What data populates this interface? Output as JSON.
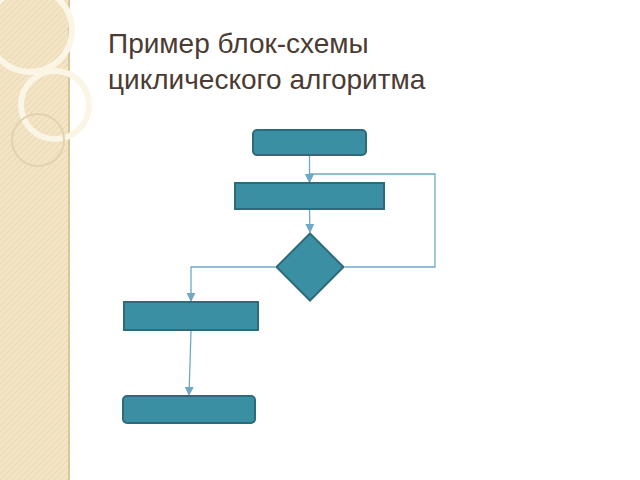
{
  "diagram": {
    "title": "Пример блок-схемы циклического алгоритма",
    "nodes": [
      {
        "text": []
      },
      {
        "text": []
      },
      {
        "text": []
      },
      {
        "text": []
      },
      {
        "text": []
      }
    ],
    "edges": [
      {
        "from": 0,
        "to": 1,
        "arrow": "to"
      },
      {
        "from": 1,
        "to": 2,
        "arrow": "to"
      },
      {
        "from": 2,
        "to": 1,
        "arrow": "to"
      },
      {
        "from": 2,
        "to": 3,
        "arrow": "to"
      },
      {
        "from": 3,
        "to": 4,
        "arrow": "to"
      }
    ]
  }
}
